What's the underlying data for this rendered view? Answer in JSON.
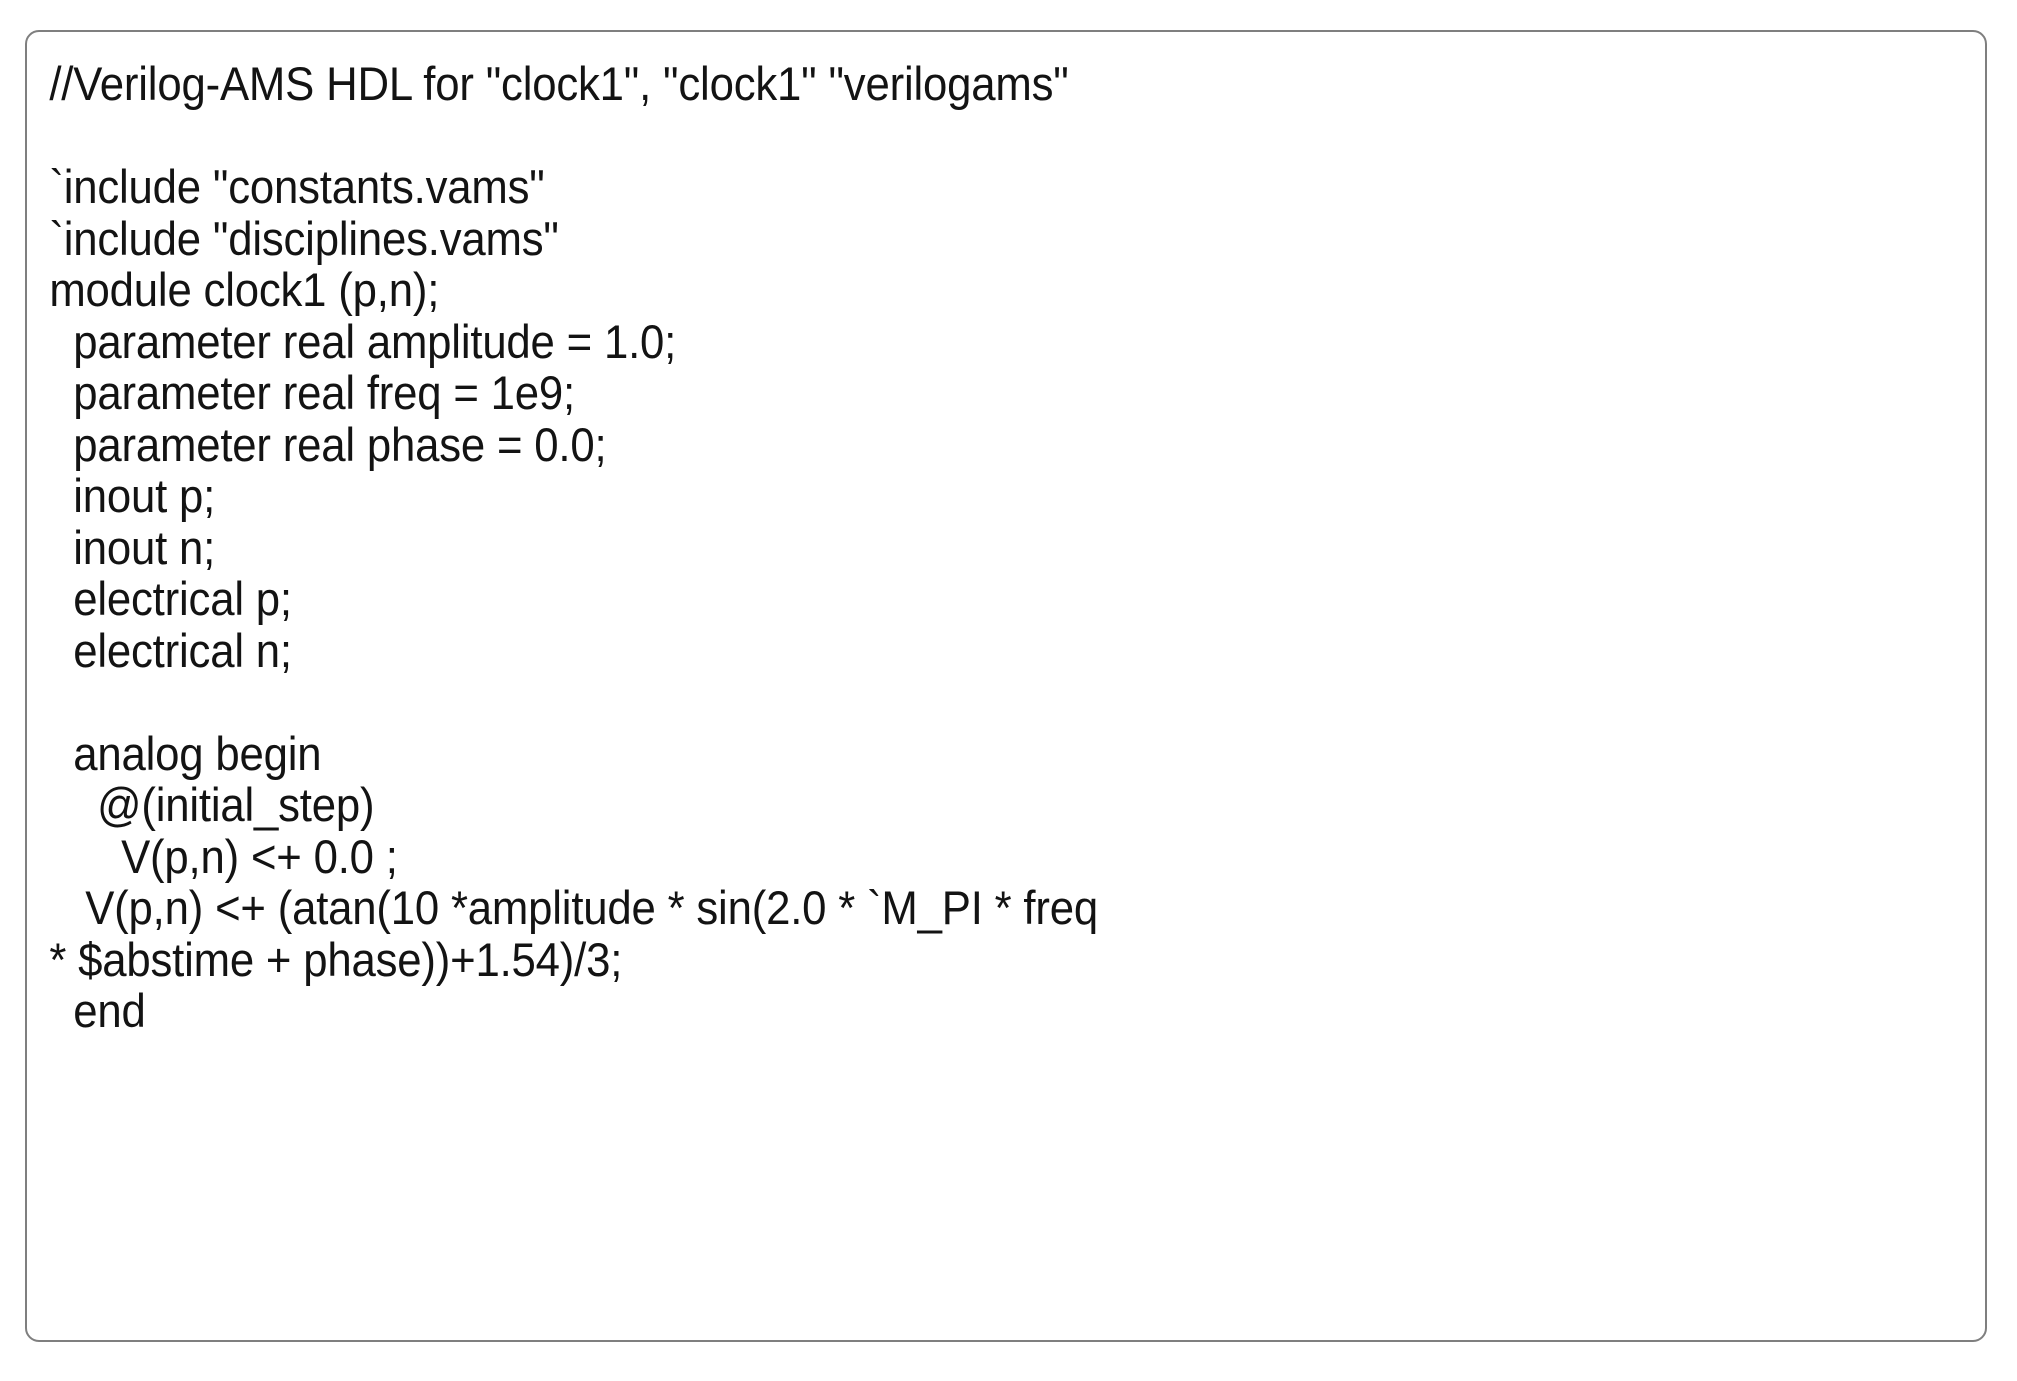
{
  "panel": {
    "title": "verilog-ams-code-listing",
    "border_color": "#7f7f7f",
    "background_color": "#ffffff",
    "text_color": "#131313"
  },
  "code": {
    "language": "Verilog-AMS",
    "lines": [
      "//Verilog-AMS HDL for \"clock1\", \"clock1\" \"verilogams\"",
      "",
      "`include \"constants.vams\"",
      "`include \"disciplines.vams\"",
      "module clock1 (p,n);",
      "  parameter real amplitude = 1.0;",
      "  parameter real freq = 1e9;",
      "  parameter real phase = 0.0;",
      "  inout p;",
      "  inout n;",
      "  electrical p;",
      "  electrical n;",
      "",
      "  analog begin",
      "    @(initial_step)",
      "      V(p,n) <+ 0.0 ;",
      "   V(p,n) <+ (atan(10 *amplitude * sin(2.0 * `M_PI * freq",
      "* $abstime + phase))+1.54)/3;",
      "  end"
    ]
  }
}
